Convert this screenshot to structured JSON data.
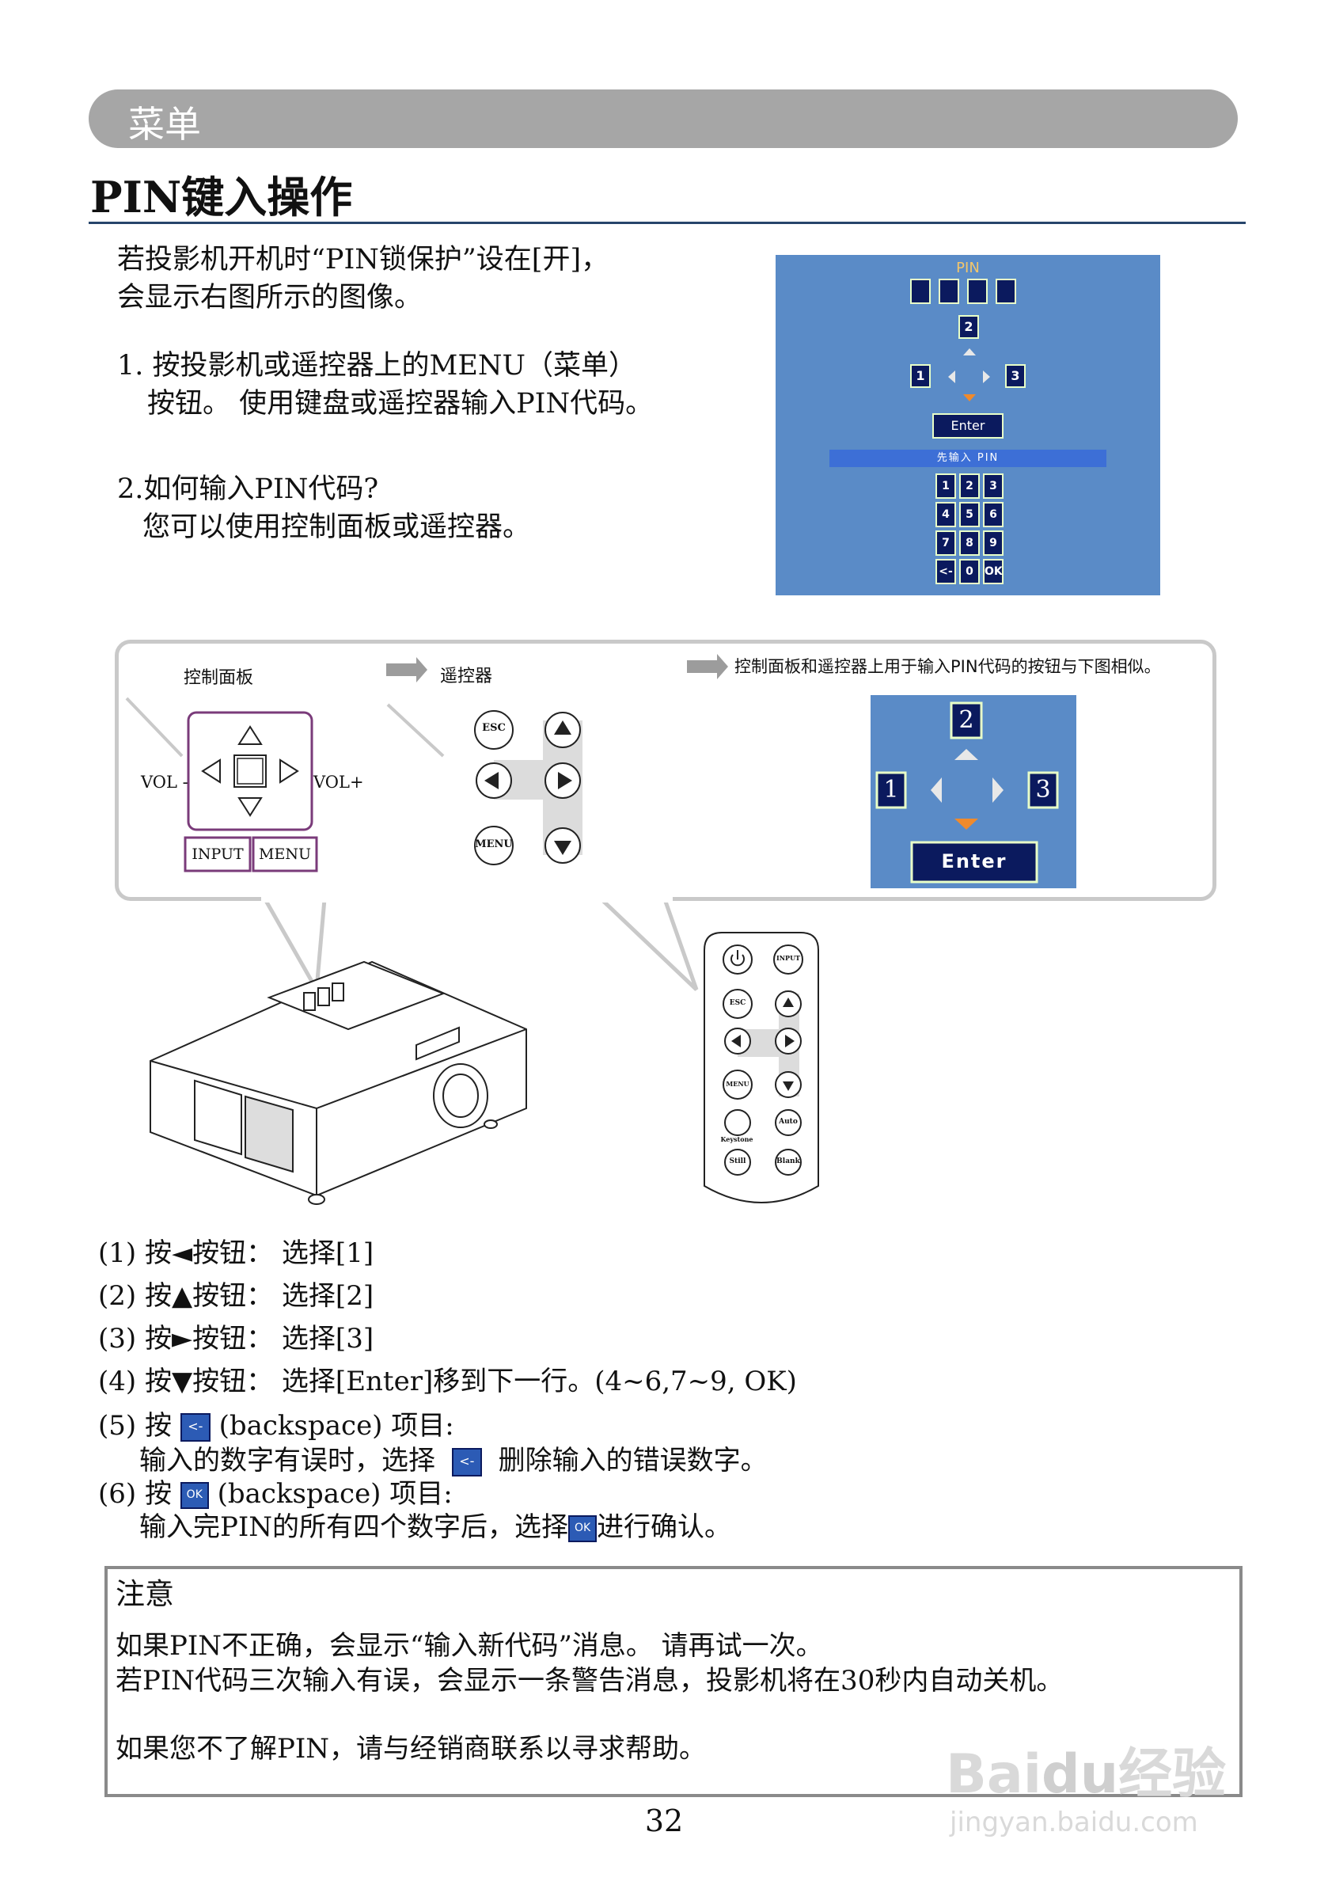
{
  "header": {
    "section": "菜单",
    "title": "PIN键入操作"
  },
  "intro": {
    "line1": "若投影机开机时“PIN锁保护”设在[开]，",
    "line2": "会显示右图所示的图像。",
    "step1_line1": "1. 按投影机或遥控器上的MENU（菜单）",
    "step1_line2": "按钮。 使用键盘或遥控器输入PIN代码。",
    "step2_line1": "2.如何输入PIN代码?",
    "step2_line2": "您可以使用控制面板或遥控器。"
  },
  "pin_screen": {
    "title": "PIN",
    "top_key": "2",
    "left_key": "1",
    "right_key": "3",
    "enter": "Enter",
    "prompt": "先输入 PIN",
    "keypad": [
      "1",
      "2",
      "3",
      "4",
      "5",
      "6",
      "7",
      "8",
      "9",
      "<-",
      "0",
      "OK"
    ]
  },
  "diagram": {
    "panel_label": "控制面板",
    "remote_label": "遥控器",
    "similar_note": "控制面板和遥控器上用于输入PIN代码的按钮与下图相似。",
    "vol_minus": "VOL -",
    "vol_plus": "VOL+",
    "input": "INPUT",
    "menu": "MENU",
    "esc": "ESC",
    "zoom_top": "2",
    "zoom_left": "1",
    "zoom_right": "3",
    "zoom_enter": "Enter",
    "remote_buttons": {
      "input": "INPUT",
      "esc": "ESC",
      "menu": "MENU",
      "keystone": "Keystone",
      "auto": "Auto",
      "still": "Still",
      "blank": "Blank"
    }
  },
  "instructions": [
    {
      "id": "i1",
      "text": "(1) 按◄按钮： 选择[1]"
    },
    {
      "id": "i2",
      "text": "(2) 按▲按钮： 选择[2]"
    },
    {
      "id": "i3",
      "text": "(3) 按►按钮： 选择[3]"
    },
    {
      "id": "i4",
      "text": "(4) 按▼按钮： 选择[Enter]移到下一行。(4~6,7~9, OK)"
    }
  ],
  "backspace_item": {
    "prefix": "(5) 按",
    "icon_text": "<-",
    "suffix": "(backspace) 项目:",
    "detail_a": "输入的数字有误时，选择",
    "detail_b": "删除输入的错误数字。"
  },
  "ok_item": {
    "prefix": "(6) 按",
    "icon_text": "OK",
    "suffix": "(backspace) 项目:",
    "detail_a": "输入完PIN的所有四个数字后，选择",
    "detail_b": "进行确认。"
  },
  "note": {
    "title": "注意",
    "line1": "如果PIN不正确，会显示“输入新代码”消息。 请再试一次。",
    "line2": "若PIN代码三次输入有误，会显示一条警告消息，投影机将在30秒内自动关机。",
    "line3": "如果您不了解PIN，请与经销商联系以寻求帮助。"
  },
  "page_number": "32",
  "watermark": {
    "brand_a": "Bai",
    "brand_b": "du",
    "brand_c": "经验",
    "url": "jingyan.baidu.com"
  },
  "colors": {
    "screen_bg": "#5a8bc7",
    "key_bg": "#0b1a5e",
    "rule": "#27456b"
  }
}
